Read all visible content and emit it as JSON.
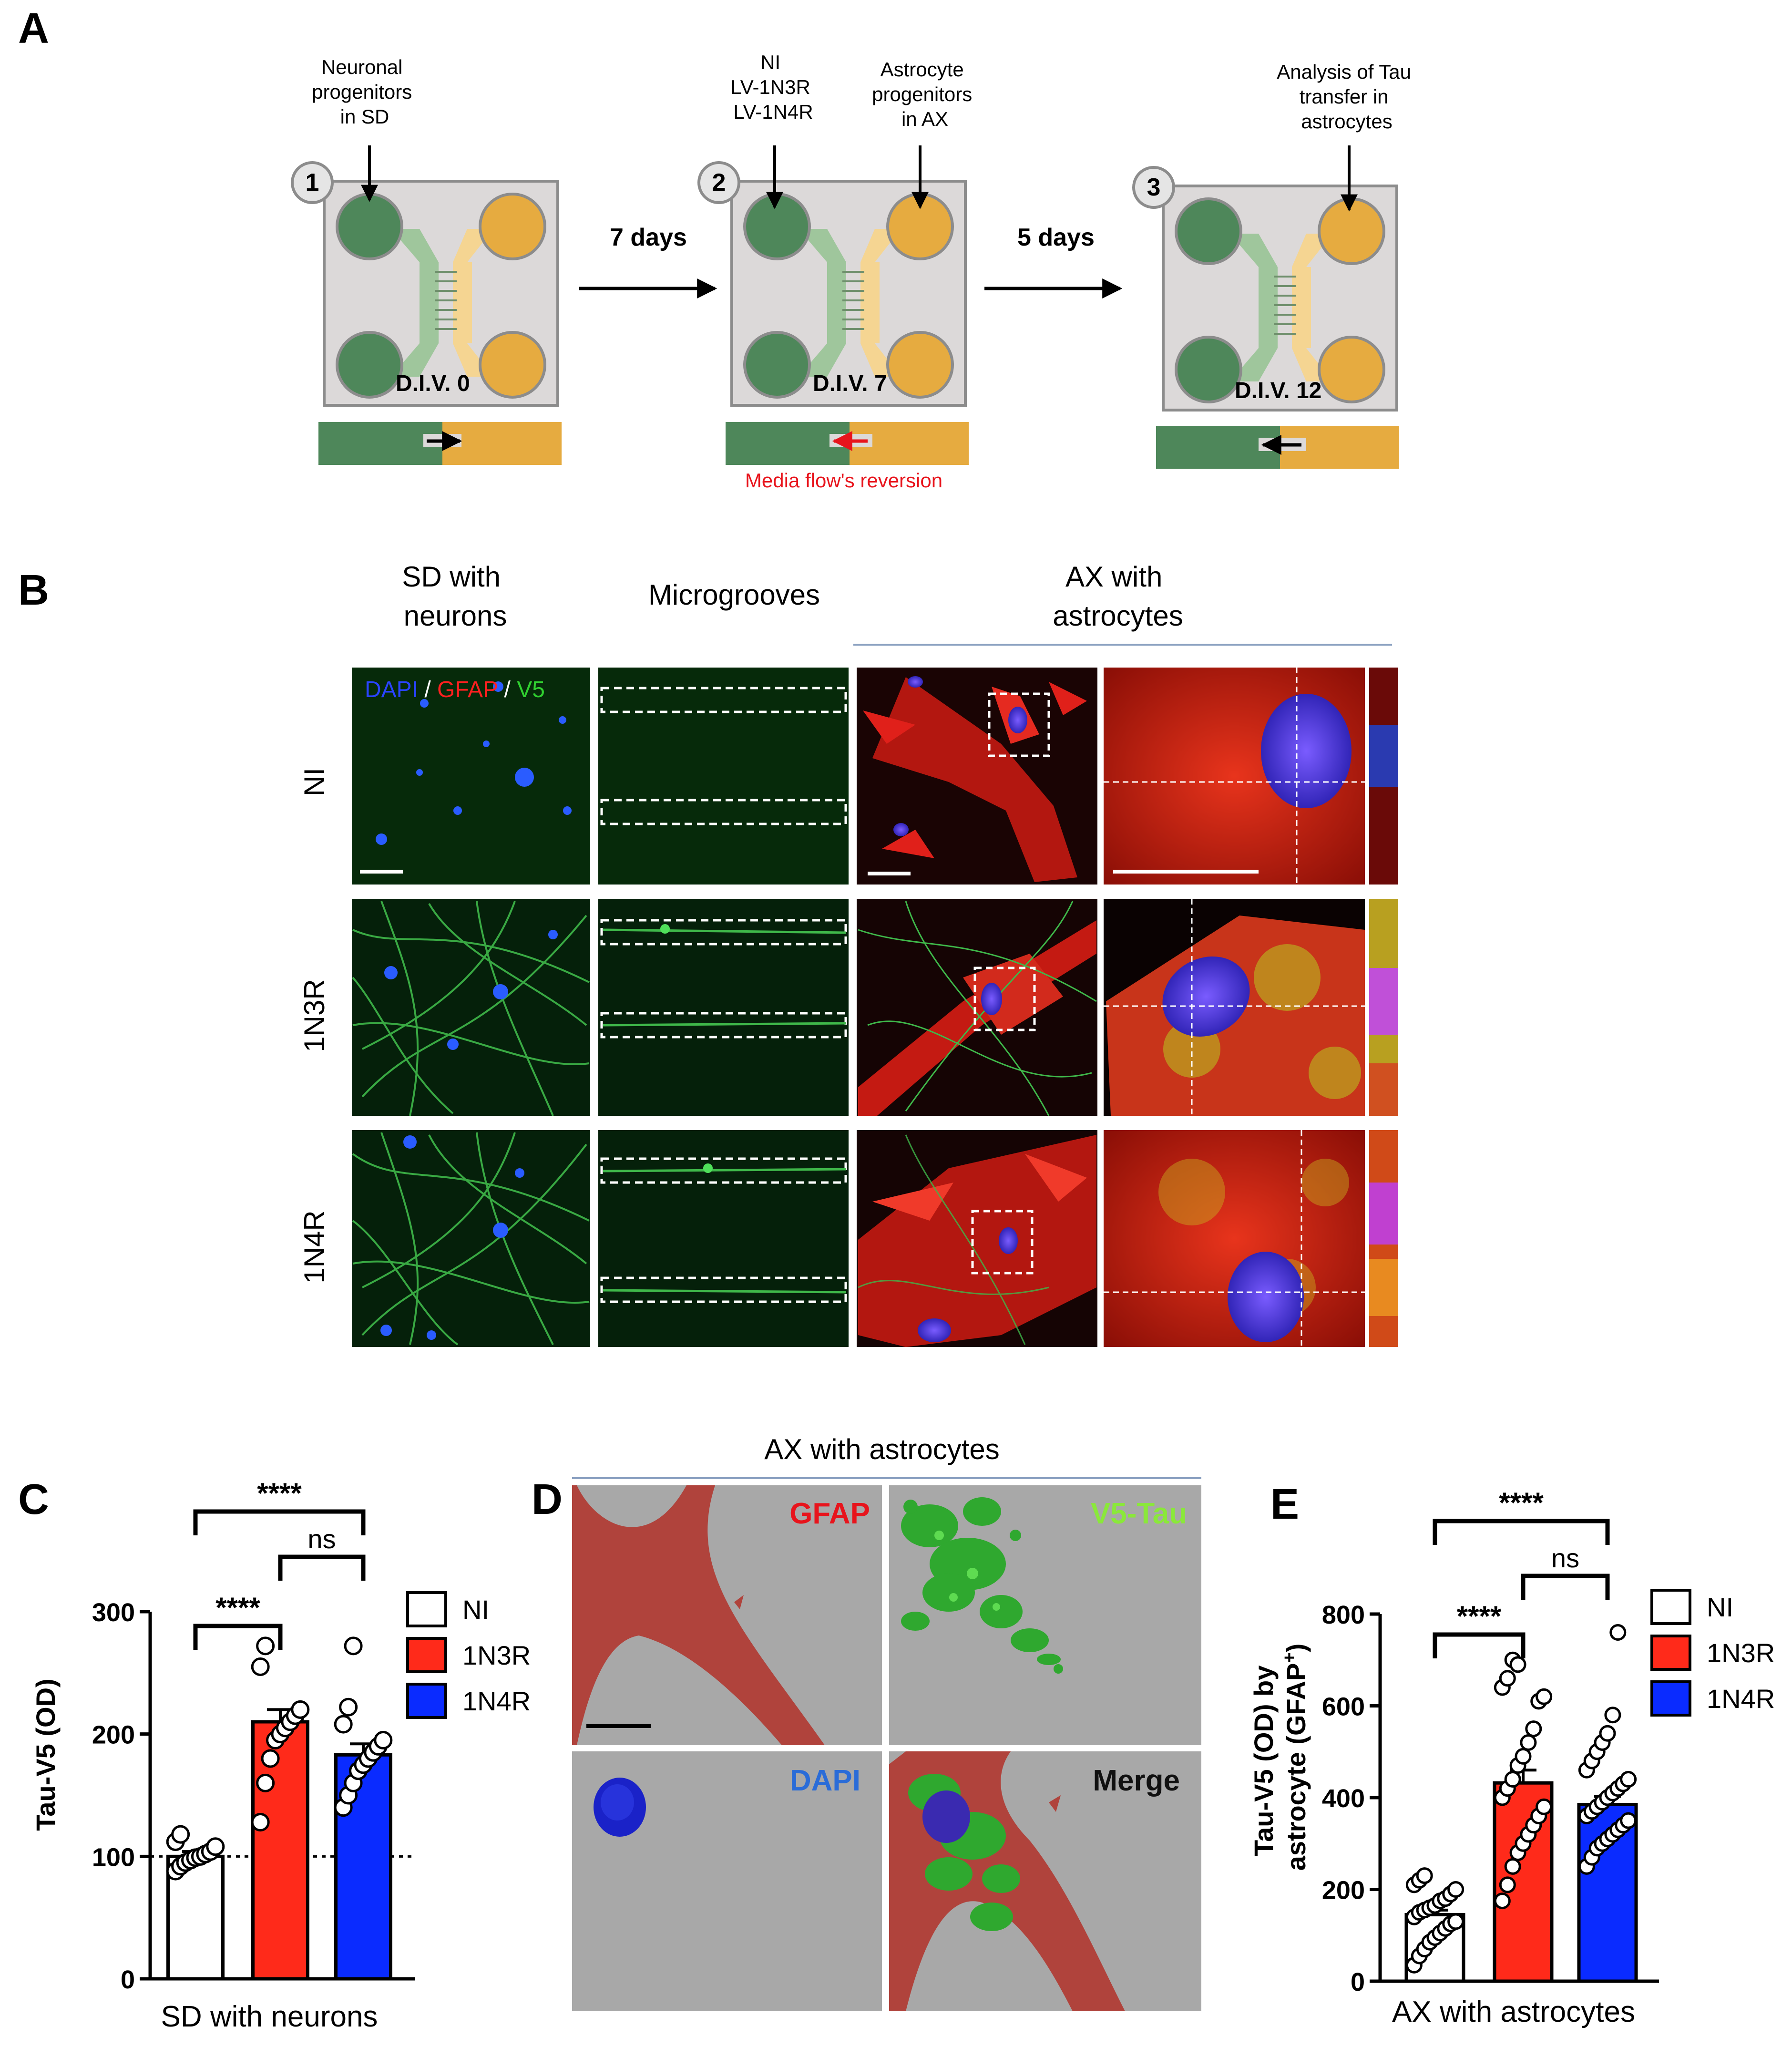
{
  "panelA": {
    "letter": "A",
    "step1": {
      "num": "1",
      "label_lines": [
        "Neuronal",
        "progenitors",
        "in SD"
      ],
      "div": "D.I.V. 0"
    },
    "step2": {
      "num": "2",
      "label_left_lines": [
        "NI",
        "LV-1N3R",
        "LV-1N4R"
      ],
      "label_right_lines": [
        "Astrocyte",
        "progenitors",
        "in AX"
      ],
      "div": "D.I.V. 7"
    },
    "step3": {
      "num": "3",
      "label_lines": [
        "Analysis of Tau",
        "transfer in",
        "astrocytes"
      ],
      "div": "D.I.V. 12"
    },
    "arrow1": "7 days",
    "arrow2": "5 days",
    "media_note": "Media flow's reversion"
  },
  "panelB": {
    "letter": "B",
    "col_sd_lines": [
      "SD with",
      "neurons"
    ],
    "col_micro": "Microgrooves",
    "col_ax_lines": [
      "AX with",
      "astrocytes"
    ],
    "rows": [
      "NI",
      "1N3R",
      "1N4R"
    ],
    "stain": {
      "dapi": "DAPI",
      "sep": " / ",
      "gfap": "GFAP",
      "v5": "V5"
    }
  },
  "panelC": {
    "letter": "C",
    "chart_data": {
      "type": "bar",
      "categories": [
        "NI",
        "1N3R",
        "1N4R"
      ],
      "values": [
        100,
        210,
        183
      ],
      "errors": [
        4,
        10,
        9
      ],
      "points": [
        [
          88,
          92,
          95,
          97,
          99,
          100,
          102,
          104,
          108,
          112,
          118
        ],
        [
          128,
          160,
          180,
          195,
          200,
          205,
          210,
          215,
          220,
          255,
          272
        ],
        [
          140,
          150,
          160,
          170,
          175,
          180,
          185,
          190,
          195,
          208,
          222,
          272
        ]
      ],
      "ylabel": "Tau-V5 (OD)",
      "xlabel": "SD with neurons",
      "ylim": [
        0,
        300
      ],
      "yticks": [
        "0",
        "100",
        "200",
        "300"
      ],
      "reference_line": 100,
      "colors": [
        "#ffffff",
        "#ff2a1a",
        "#0a2bff"
      ],
      "significance": [
        {
          "from": 0,
          "to": 1,
          "label": "****"
        },
        {
          "from": 1,
          "to": 2,
          "label": "ns"
        },
        {
          "from": 0,
          "to": 2,
          "label": "****"
        }
      ],
      "legend": [
        "NI",
        "1N3R",
        "1N4R"
      ]
    }
  },
  "panelD": {
    "letter": "D",
    "title": "AX with astrocytes",
    "labels": {
      "gfap": "GFAP",
      "v5": "V5-Tau",
      "dapi": "DAPI",
      "merge": "Merge"
    }
  },
  "panelE": {
    "letter": "E",
    "chart_data": {
      "type": "bar",
      "categories": [
        "NI",
        "1N3R",
        "1N4R"
      ],
      "values": [
        145,
        432,
        385
      ],
      "errors": [
        10,
        28,
        18
      ],
      "points": [
        [
          35,
          55,
          70,
          85,
          95,
          105,
          115,
          125,
          130,
          140,
          150,
          155,
          160,
          165,
          175,
          180,
          190,
          200,
          210,
          220,
          230
        ],
        [
          175,
          210,
          250,
          280,
          300,
          320,
          340,
          360,
          380,
          400,
          420,
          440,
          470,
          490,
          520,
          550,
          610,
          620,
          640,
          660,
          700,
          690
        ],
        [
          250,
          270,
          290,
          300,
          310,
          320,
          330,
          340,
          350,
          360,
          370,
          380,
          390,
          400,
          410,
          420,
          430,
          440,
          460,
          480,
          500,
          520,
          540,
          580,
          760
        ]
      ],
      "ylabel_lines": [
        "Tau-V5 (OD) by",
        "astrocyte (GFAP",
        "+",
        ")"
      ],
      "xlabel": "AX with astrocytes",
      "ylim": [
        0,
        800
      ],
      "yticks": [
        "0",
        "200",
        "400",
        "600",
        "800"
      ],
      "colors": [
        "#ffffff",
        "#ff2a1a",
        "#0a2bff"
      ],
      "significance": [
        {
          "from": 0,
          "to": 1,
          "label": "****"
        },
        {
          "from": 1,
          "to": 2,
          "label": "ns"
        },
        {
          "from": 0,
          "to": 2,
          "label": "****"
        }
      ],
      "legend": [
        "NI",
        "1N3R",
        "1N4R"
      ]
    }
  }
}
